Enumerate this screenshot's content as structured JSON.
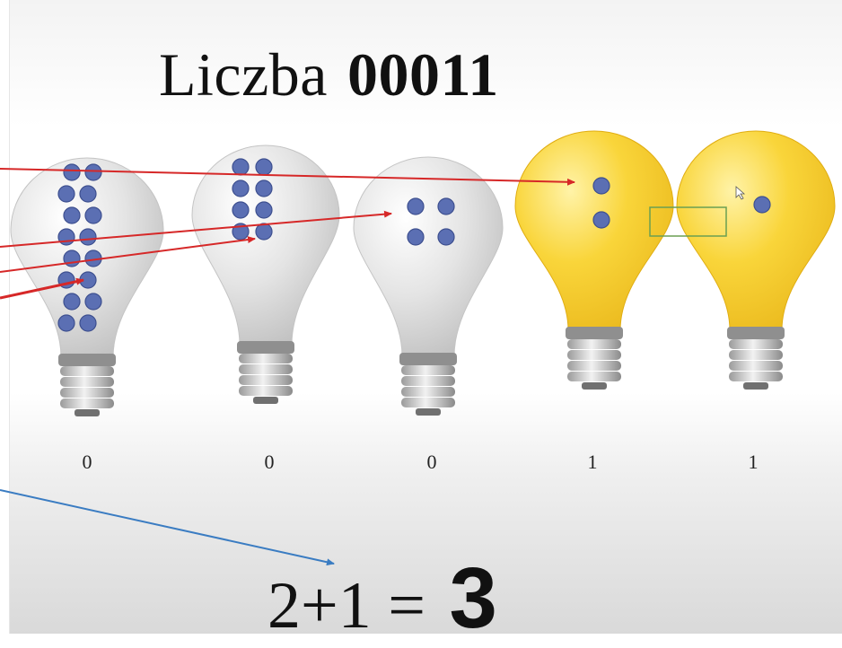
{
  "title": {
    "prefix": "Liczba",
    "number": "00011"
  },
  "bulbs": [
    {
      "bit": "0",
      "dots": 16,
      "lit": false
    },
    {
      "bit": "0",
      "dots": 8,
      "lit": false
    },
    {
      "bit": "0",
      "dots": 4,
      "lit": false
    },
    {
      "bit": "1",
      "dots": 2,
      "lit": true
    },
    {
      "bit": "1",
      "dots": 1,
      "lit": true
    }
  ],
  "equation": {
    "expression": "2+1 = ",
    "result": "3"
  },
  "colors": {
    "lit_bulb": "#f7cf2f",
    "unlit_bulb": "#e2e2e2",
    "dot": "#5b6fb3",
    "arrow_red": "#d62828",
    "arrow_blue": "#3a7cc2",
    "highlight_box": "#6a9f52"
  }
}
